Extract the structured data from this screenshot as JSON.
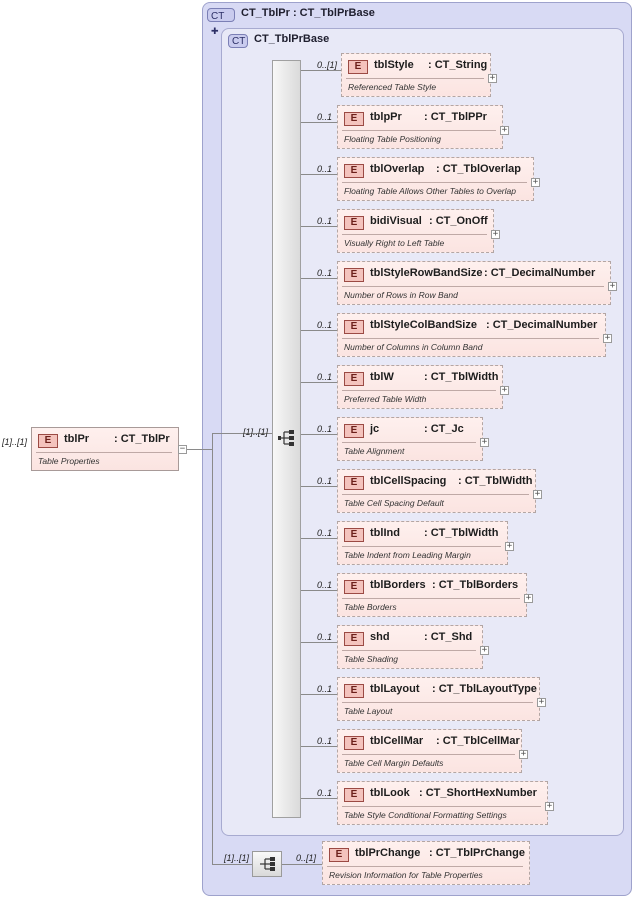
{
  "outer_type": {
    "badge": "CT",
    "title": "CT_TblPr : CT_TblPrBase"
  },
  "inner_type": {
    "badge": "CT",
    "title": "CT_TblPrBase"
  },
  "root": {
    "occurrence": "[1]..[1]",
    "badge": "E",
    "name": "tblPr",
    "type": ": CT_TblPr",
    "doc": "Table Properties",
    "collapse": "−"
  },
  "sequence": {
    "occurrence": "[1]..[1]"
  },
  "choice": {
    "occurrence": "[1]..[1]"
  },
  "elements": [
    {
      "occurrence": "0..[1]",
      "badge": "E",
      "name": "tblStyle",
      "type": ": CT_String",
      "doc": "Referenced Table Style",
      "expand": "+"
    },
    {
      "occurrence": "0..1",
      "badge": "E",
      "name": "tblpPr",
      "type": ": CT_TblPPr",
      "doc": "Floating Table Positioning",
      "expand": "+"
    },
    {
      "occurrence": "0..1",
      "badge": "E",
      "name": "tblOverlap",
      "type": ": CT_TblOverlap",
      "doc": "Floating Table Allows Other Tables to Overlap",
      "expand": "+"
    },
    {
      "occurrence": "0..1",
      "badge": "E",
      "name": "bidiVisual",
      "type": ": CT_OnOff",
      "doc": "Visually Right to Left Table",
      "expand": "+"
    },
    {
      "occurrence": "0..1",
      "badge": "E",
      "name": "tblStyleRowBandSize",
      "type": ": CT_DecimalNumber",
      "doc": "Number of Rows in Row Band",
      "expand": "+"
    },
    {
      "occurrence": "0..1",
      "badge": "E",
      "name": "tblStyleColBandSize",
      "type": ": CT_DecimalNumber",
      "doc": "Number of Columns in Column Band",
      "expand": "+"
    },
    {
      "occurrence": "0..1",
      "badge": "E",
      "name": "tblW",
      "type": ": CT_TblWidth",
      "doc": "Preferred Table Width",
      "expand": "+"
    },
    {
      "occurrence": "0..1",
      "badge": "E",
      "name": "jc",
      "type": ": CT_Jc",
      "doc": "Table Alignment",
      "expand": "+"
    },
    {
      "occurrence": "0..1",
      "badge": "E",
      "name": "tblCellSpacing",
      "type": ": CT_TblWidth",
      "doc": "Table Cell Spacing Default",
      "expand": "+"
    },
    {
      "occurrence": "0..1",
      "badge": "E",
      "name": "tblInd",
      "type": ": CT_TblWidth",
      "doc": "Table Indent from Leading Margin",
      "expand": "+"
    },
    {
      "occurrence": "0..1",
      "badge": "E",
      "name": "tblBorders",
      "type": ": CT_TblBorders",
      "doc": "Table Borders",
      "expand": "+"
    },
    {
      "occurrence": "0..1",
      "badge": "E",
      "name": "shd",
      "type": ": CT_Shd",
      "doc": "Table Shading",
      "expand": "+"
    },
    {
      "occurrence": "0..1",
      "badge": "E",
      "name": "tblLayout",
      "type": ": CT_TblLayoutType",
      "doc": "Table Layout",
      "expand": "+"
    },
    {
      "occurrence": "0..1",
      "badge": "E",
      "name": "tblCellMar",
      "type": ": CT_TblCellMar",
      "doc": "Table Cell Margin Defaults",
      "expand": "+"
    },
    {
      "occurrence": "0..1",
      "badge": "E",
      "name": "tblLook",
      "type": ": CT_ShortHexNumber",
      "doc": "Table Style Conditional Formatting Settings",
      "expand": "+"
    }
  ],
  "change_element": {
    "occurrence": "0..[1]",
    "badge": "E",
    "name": "tblPrChange",
    "type": ": CT_TblPrChange",
    "doc": "Revision Information for Table Properties"
  }
}
